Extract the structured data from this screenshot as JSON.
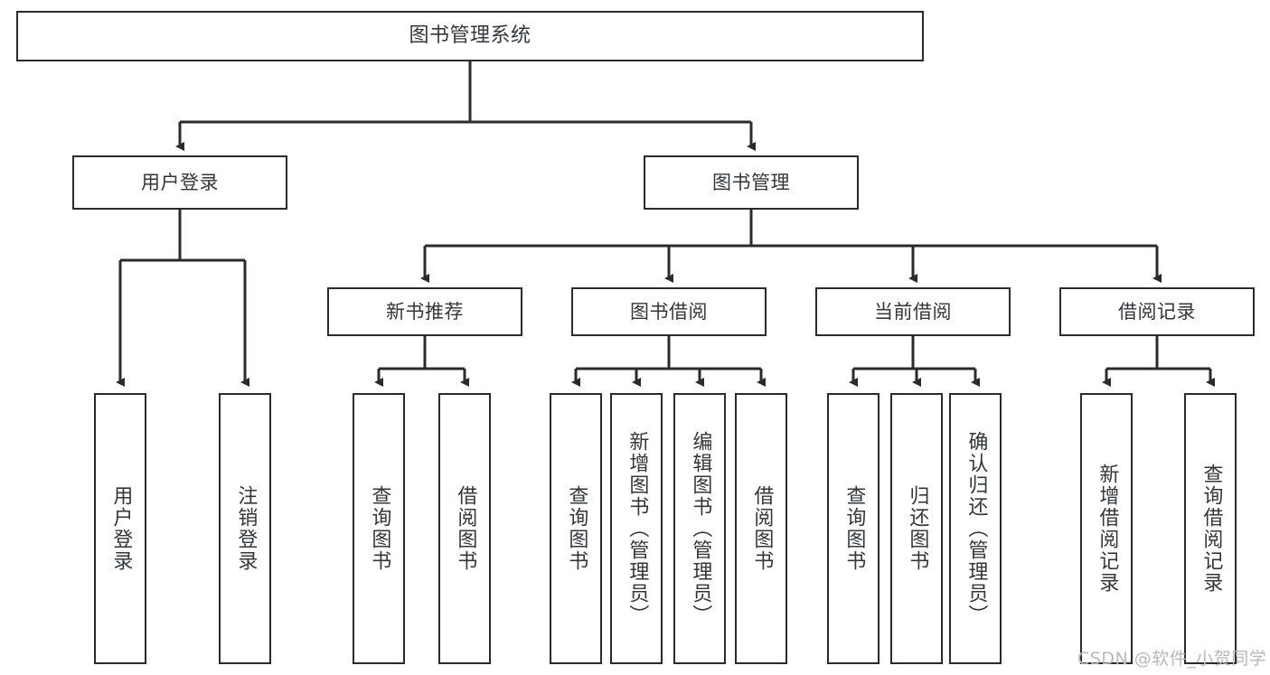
{
  "diagram": {
    "title": "图书管理系统",
    "type": "tree-hierarchy",
    "orientation": "top-down",
    "stroke_color": "#2b2b2b",
    "text_color": "#33373b",
    "background": "#ffffff"
  },
  "nodes": {
    "root": {
      "label": "图书管理系统"
    },
    "level2": [
      {
        "label": "用户登录"
      },
      {
        "label": "图书管理"
      }
    ],
    "level3": [
      {
        "label": "新书推荐"
      },
      {
        "label": "图书借阅"
      },
      {
        "label": "当前借阅"
      },
      {
        "label": "借阅记录"
      }
    ],
    "leaves_user_login": [
      {
        "label": "用户登录"
      },
      {
        "label": "注销登录"
      }
    ],
    "leaves_new_books": [
      {
        "label": "查询图书"
      },
      {
        "label": "借阅图书"
      }
    ],
    "leaves_book_borrow": [
      {
        "label": "查询图书"
      },
      {
        "label": "新增图书（管理员）"
      },
      {
        "label": "编辑图书（管理员）"
      },
      {
        "label": "借阅图书"
      }
    ],
    "leaves_current_borrow": [
      {
        "label": "查询图书"
      },
      {
        "label": "归还图书"
      },
      {
        "label": "确认归还（管理员）"
      }
    ],
    "leaves_borrow_records": [
      {
        "label": "新增借阅记录"
      },
      {
        "label": "查询借阅记录"
      }
    ]
  },
  "watermark": {
    "text": "CSDN @软件_小贺同学"
  }
}
